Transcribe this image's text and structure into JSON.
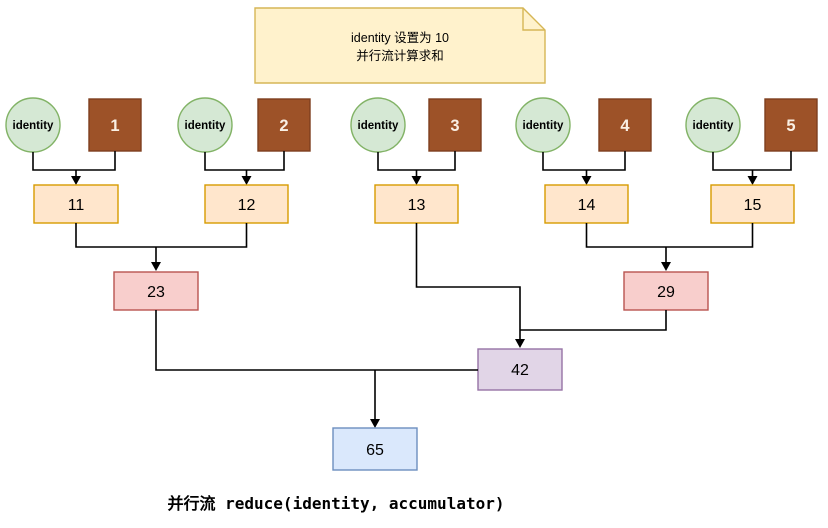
{
  "note": {
    "line1": "identity 设置为 10",
    "line2": "并行流计算求和"
  },
  "caption": "并行流 reduce(identity, accumulator)",
  "identity_label": "identity",
  "groups": [
    {
      "value": "1",
      "partial": "11"
    },
    {
      "value": "2",
      "partial": "12"
    },
    {
      "value": "3",
      "partial": "13"
    },
    {
      "value": "4",
      "partial": "14"
    },
    {
      "value": "5",
      "partial": "15"
    }
  ],
  "combine": {
    "left_pair_sum": "23",
    "right_pair_sum": "29",
    "mid_sum": "42",
    "final_sum": "65"
  },
  "colors": {
    "note_fill": "#FFF2CC",
    "note_stroke": "#D6B656",
    "circle_fill": "#D5E8D4",
    "circle_stroke": "#82B366",
    "square_fill": "#9D5228",
    "square_stroke": "#7E3F1E",
    "stage1_fill": "#FFE6CC",
    "stage1_stroke": "#D79B00",
    "stage2_fill": "#F8CECC",
    "stage2_stroke": "#B85450",
    "stage3_fill": "#E1D5E7",
    "stage3_stroke": "#9673A6",
    "final_fill": "#DAE8FC",
    "final_stroke": "#6C8EBF",
    "line": "#000000"
  }
}
